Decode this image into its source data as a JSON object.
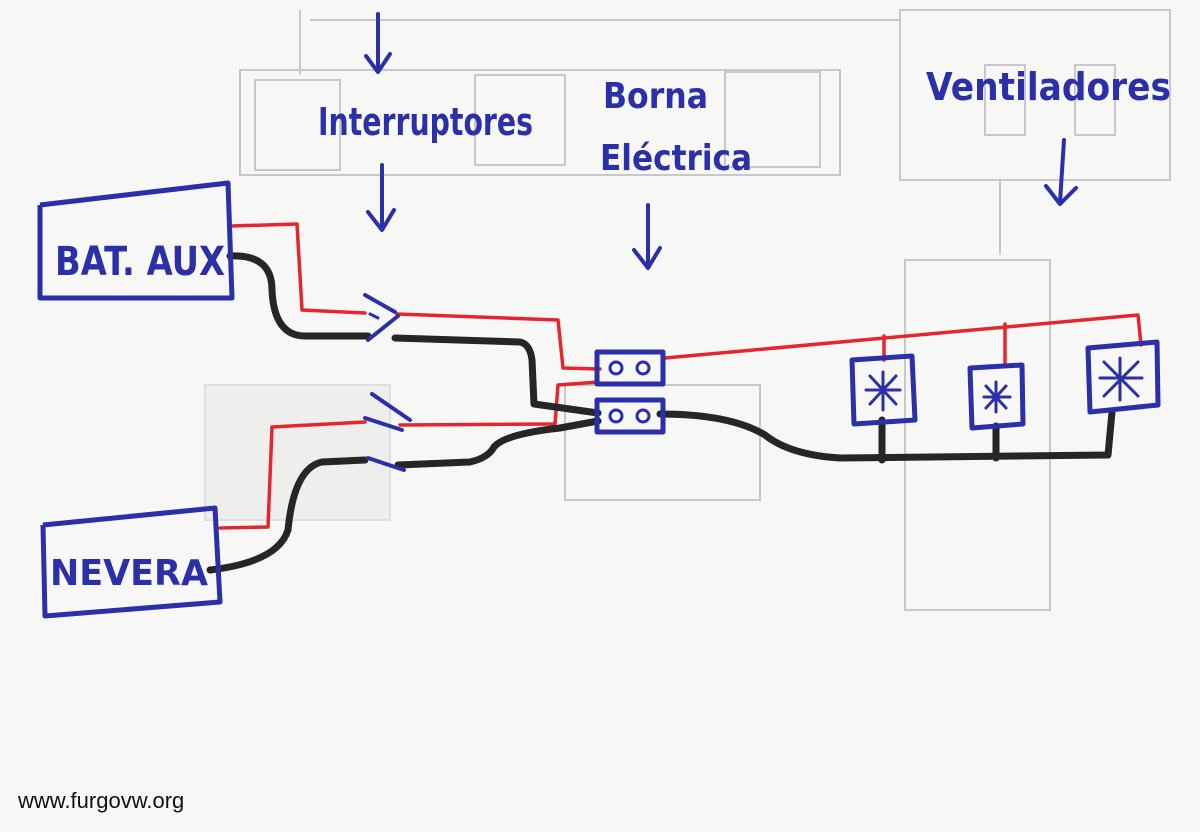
{
  "labels": {
    "interruptores": "Interruptores",
    "borna_line1": "Borna",
    "borna_line2": "Eléctrica",
    "ventiladores": "Ventiladores",
    "bat_aux": "BAT. AUX",
    "nevera": "NEVERA"
  },
  "watermark": "www.furgovw.org",
  "colors": {
    "ink_blue": "#2b2fa8",
    "wire_positive": "#e6262f",
    "wire_negative": "#262626",
    "paper": "#f7f7f5"
  },
  "icons": {
    "fan": "asterisk-fan-icon",
    "arrow": "down-arrow-icon",
    "terminal": "terminal-screw-icon"
  }
}
